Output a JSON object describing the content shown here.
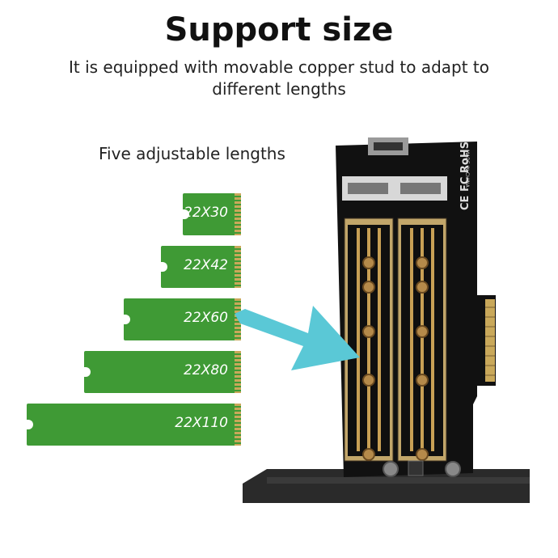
{
  "heading": "Support size",
  "subheading": "It is equipped with movable copper stud to adapt to different lengths",
  "lengths_label": "Five adjustable lengths",
  "ssd_sizes": [
    "22X30",
    "22X42",
    "22X60",
    "22X80",
    "22X110"
  ],
  "board_markings": {
    "made_in": "MADE IN CHINA",
    "certs": "CE FC RoHS"
  },
  "colors": {
    "ssd_green": "#3f9a35",
    "arrow_cyan": "#5ac8d6",
    "board_black": "#111111",
    "stud_copper": "#b58a4a"
  }
}
